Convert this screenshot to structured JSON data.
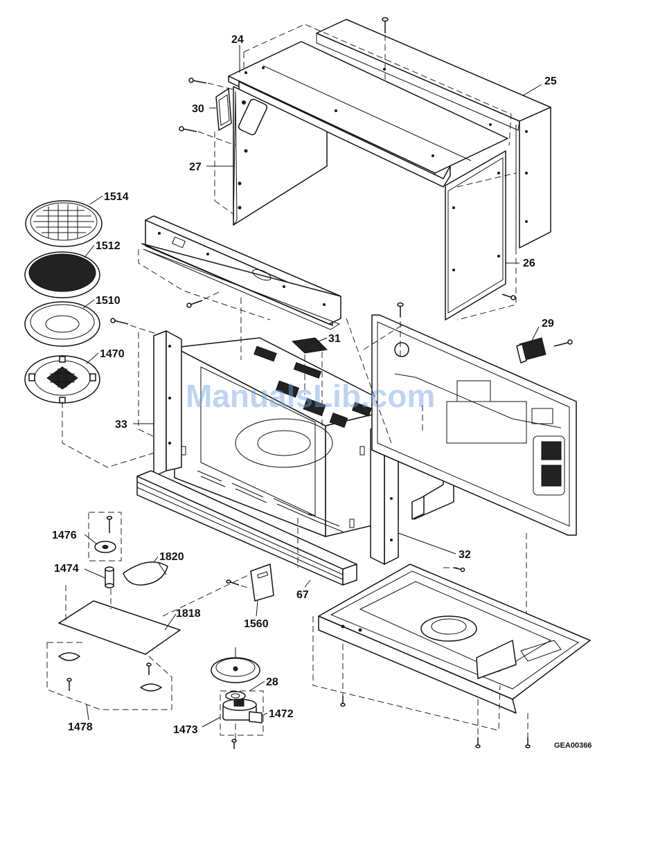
{
  "diagram": {
    "part_labels": {
      "p24": "24",
      "p25": "25",
      "p30": "30",
      "p27": "27",
      "p26": "26",
      "p1514": "1514",
      "p1512": "1512",
      "p1510": "1510",
      "p1470": "1470",
      "p31": "31",
      "p29": "29",
      "p33": "33",
      "p32": "32",
      "p1476": "1476",
      "p1820": "1820",
      "p1474": "1474",
      "p67": "67",
      "p1818": "1818",
      "p1560": "1560",
      "p28": "28",
      "p1472": "1472",
      "p1478": "1478",
      "p1473": "1473"
    },
    "drawing_code": "GEA00366",
    "watermark": "ManualsLib.com"
  }
}
